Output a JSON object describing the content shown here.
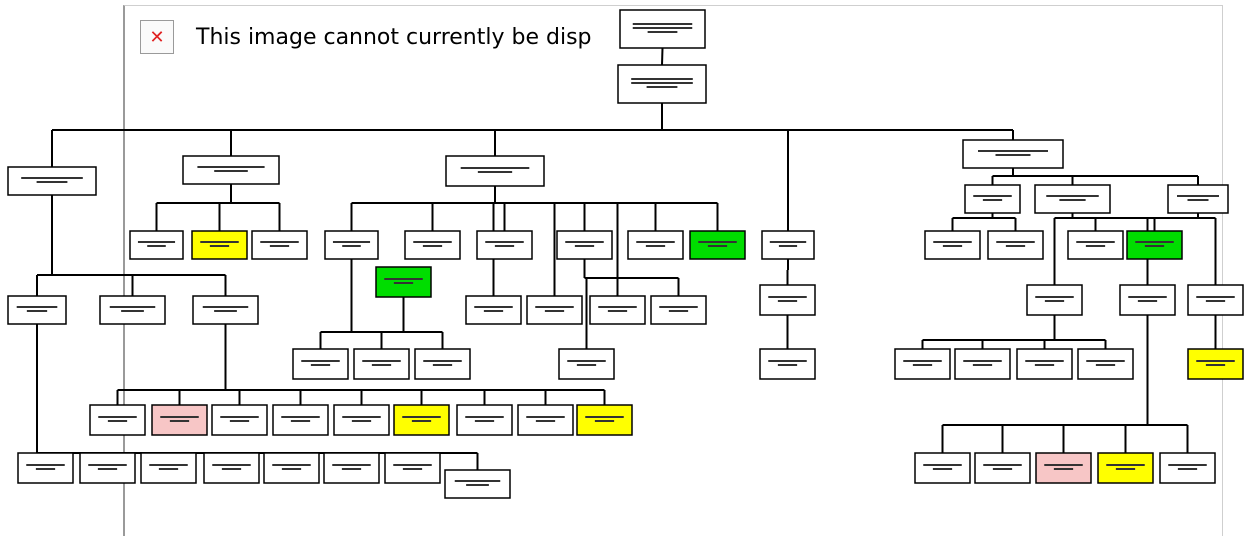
{
  "placeholder": {
    "text": "This image cannot currently be disp",
    "icon": "broken-image-icon"
  },
  "colors": {
    "line": "#000000",
    "box_fill": "#ffffff",
    "highlight_yellow": "#ffff00",
    "highlight_green": "#00dd00",
    "highlight_pink": "#f7c6c6"
  },
  "chart": {
    "nodes": [
      {
        "id": "n0",
        "text": "",
        "fill": "white"
      },
      {
        "id": "n1",
        "text": "",
        "fill": "white"
      },
      {
        "id": "n2",
        "text": "",
        "fill": "white"
      },
      {
        "id": "n3",
        "text": "",
        "fill": "white"
      },
      {
        "id": "n4",
        "text": "",
        "fill": "white"
      },
      {
        "id": "n5",
        "text": "",
        "fill": "white"
      },
      {
        "id": "n6",
        "text": "",
        "fill": "white"
      },
      {
        "id": "n7",
        "text": "",
        "fill": "white"
      },
      {
        "id": "n8",
        "text": "",
        "fill": "yellow"
      },
      {
        "id": "n9",
        "text": "",
        "fill": "white"
      },
      {
        "id": "n10",
        "text": "",
        "fill": "white"
      },
      {
        "id": "n11",
        "text": "",
        "fill": "green"
      },
      {
        "id": "n12",
        "text": "",
        "fill": "white"
      },
      {
        "id": "n13",
        "text": "",
        "fill": "white"
      },
      {
        "id": "n14",
        "text": "",
        "fill": "white"
      },
      {
        "id": "n15",
        "text": "",
        "fill": "white"
      },
      {
        "id": "n16",
        "text": "",
        "fill": "green"
      },
      {
        "id": "n17",
        "text": "",
        "fill": "white"
      },
      {
        "id": "n18",
        "text": "",
        "fill": "white"
      },
      {
        "id": "n19",
        "text": "",
        "fill": "white"
      },
      {
        "id": "n20",
        "text": "",
        "fill": "white"
      },
      {
        "id": "n21",
        "text": "",
        "fill": "white"
      },
      {
        "id": "n22",
        "text": "",
        "fill": "white"
      },
      {
        "id": "n23",
        "text": "",
        "fill": "white"
      },
      {
        "id": "n24",
        "text": "",
        "fill": "white"
      },
      {
        "id": "n25",
        "text": "",
        "fill": "white"
      },
      {
        "id": "n26",
        "text": "",
        "fill": "white"
      },
      {
        "id": "n27",
        "text": "",
        "fill": "white"
      },
      {
        "id": "n28",
        "text": "",
        "fill": "white"
      },
      {
        "id": "n29",
        "text": "",
        "fill": "white"
      },
      {
        "id": "n30",
        "text": "",
        "fill": "white"
      },
      {
        "id": "n31",
        "text": "",
        "fill": "white"
      },
      {
        "id": "n32",
        "text": "",
        "fill": "pink"
      },
      {
        "id": "n33",
        "text": "",
        "fill": "white"
      },
      {
        "id": "n34",
        "text": "",
        "fill": "white"
      },
      {
        "id": "n35",
        "text": "",
        "fill": "white"
      },
      {
        "id": "n36",
        "text": "",
        "fill": "yellow"
      },
      {
        "id": "n37",
        "text": "",
        "fill": "white"
      },
      {
        "id": "n38",
        "text": "",
        "fill": "white"
      },
      {
        "id": "n39",
        "text": "",
        "fill": "yellow"
      },
      {
        "id": "n40",
        "text": "",
        "fill": "white"
      },
      {
        "id": "n41",
        "text": "",
        "fill": "white"
      },
      {
        "id": "n42",
        "text": "",
        "fill": "white"
      },
      {
        "id": "n43",
        "text": "",
        "fill": "white"
      },
      {
        "id": "n44",
        "text": "",
        "fill": "white"
      },
      {
        "id": "n45",
        "text": "",
        "fill": "white"
      },
      {
        "id": "n46",
        "text": "",
        "fill": "white"
      },
      {
        "id": "n47",
        "text": "",
        "fill": "white"
      },
      {
        "id": "n48",
        "text": "",
        "fill": "white"
      },
      {
        "id": "n49",
        "text": "",
        "fill": "white"
      },
      {
        "id": "n50",
        "text": "",
        "fill": "white"
      },
      {
        "id": "n51",
        "text": "",
        "fill": "white"
      },
      {
        "id": "n52",
        "text": "",
        "fill": "white"
      },
      {
        "id": "n53",
        "text": "",
        "fill": "white"
      },
      {
        "id": "n54",
        "text": "",
        "fill": "white"
      },
      {
        "id": "n55",
        "text": "",
        "fill": "white"
      },
      {
        "id": "n56",
        "text": "",
        "fill": "green"
      },
      {
        "id": "n57",
        "text": "",
        "fill": "white"
      },
      {
        "id": "n58",
        "text": "",
        "fill": "white"
      },
      {
        "id": "n59",
        "text": "",
        "fill": "white"
      },
      {
        "id": "n60",
        "text": "",
        "fill": "white"
      },
      {
        "id": "n61",
        "text": "",
        "fill": "white"
      },
      {
        "id": "n62",
        "text": "",
        "fill": "white"
      },
      {
        "id": "n63",
        "text": "",
        "fill": "white"
      },
      {
        "id": "n64",
        "text": "",
        "fill": "yellow"
      },
      {
        "id": "n65",
        "text": "",
        "fill": "white"
      },
      {
        "id": "n66",
        "text": "",
        "fill": "white"
      },
      {
        "id": "n67",
        "text": "",
        "fill": "pink"
      },
      {
        "id": "n68",
        "text": "",
        "fill": "yellow"
      },
      {
        "id": "n69",
        "text": "",
        "fill": "white"
      }
    ],
    "edges": [
      [
        "n0",
        "n1"
      ],
      [
        "n1",
        "n2"
      ],
      [
        "n1",
        "n3"
      ],
      [
        "n1",
        "n4"
      ],
      [
        "n1",
        "n5"
      ],
      [
        "n1",
        "n6"
      ],
      [
        "n2",
        "n20"
      ],
      [
        "n2",
        "n21"
      ],
      [
        "n2",
        "n22"
      ],
      [
        "n20",
        "n23"
      ],
      [
        "n20",
        "n24"
      ],
      [
        "n20",
        "n25"
      ],
      [
        "n20",
        "n26"
      ],
      [
        "n20",
        "n27"
      ],
      [
        "n20",
        "n28"
      ],
      [
        "n20",
        "n29"
      ],
      [
        "n20",
        "n30"
      ],
      [
        "n22",
        "n31"
      ],
      [
        "n22",
        "n32"
      ],
      [
        "n22",
        "n33"
      ],
      [
        "n22",
        "n34"
      ],
      [
        "n22",
        "n35"
      ],
      [
        "n22",
        "n36"
      ],
      [
        "n22",
        "n37"
      ],
      [
        "n22",
        "n38"
      ],
      [
        "n22",
        "n39"
      ],
      [
        "n3",
        "n7"
      ],
      [
        "n3",
        "n8"
      ],
      [
        "n3",
        "n9"
      ],
      [
        "n4",
        "n10"
      ],
      [
        "n4",
        "n12"
      ],
      [
        "n4",
        "n13"
      ],
      [
        "n4",
        "n14"
      ],
      [
        "n4",
        "n15"
      ],
      [
        "n4",
        "n16"
      ],
      [
        "n4",
        "n17"
      ],
      [
        "n4",
        "n18"
      ],
      [
        "n4",
        "n19"
      ],
      [
        "n10",
        "n11"
      ],
      [
        "n10",
        "n40"
      ],
      [
        "n10",
        "n41"
      ],
      [
        "n10",
        "n42"
      ],
      [
        "n14",
        "n43"
      ],
      [
        "n14",
        "n44"
      ],
      [
        "n14",
        "n45"
      ],
      [
        "n14",
        "n46"
      ],
      [
        "n14",
        "n47"
      ],
      [
        "n5",
        "n48"
      ],
      [
        "n48",
        "n49"
      ],
      [
        "n6",
        "n50"
      ],
      [
        "n6",
        "n51"
      ],
      [
        "n6",
        "n52"
      ],
      [
        "n50",
        "n53"
      ],
      [
        "n50",
        "n54"
      ],
      [
        "n51",
        "n55"
      ],
      [
        "n51",
        "n56"
      ],
      [
        "n51",
        "n57"
      ],
      [
        "n57",
        "n58"
      ],
      [
        "n57",
        "n59"
      ],
      [
        "n57",
        "n60"
      ],
      [
        "n57",
        "n61"
      ],
      [
        "n52",
        "n62"
      ],
      [
        "n52",
        "n63"
      ],
      [
        "n62",
        "n65"
      ],
      [
        "n62",
        "n66"
      ],
      [
        "n62",
        "n67"
      ],
      [
        "n62",
        "n68"
      ],
      [
        "n62",
        "n69"
      ],
      [
        "n63",
        "n64"
      ]
    ]
  }
}
